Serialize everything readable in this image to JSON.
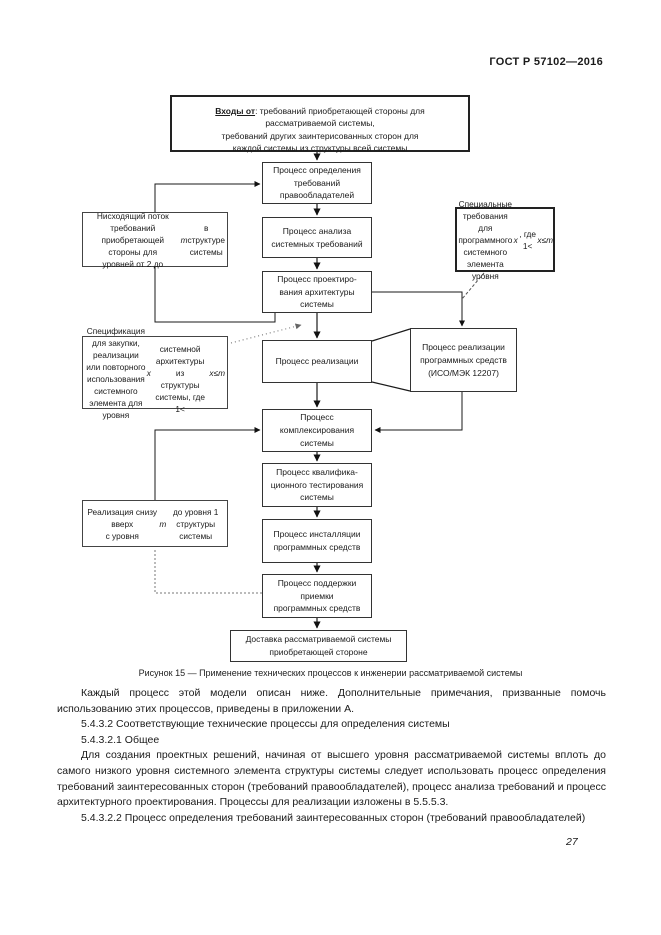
{
  "page": {
    "header": "ГОСТ Р 57102—2016",
    "number": "27"
  },
  "figure": {
    "caption": "Рисунок 15 — Применение технических процессов к инженерии рассматриваемой системы",
    "entry": {
      "lead": "Входы от",
      "rest": ": требований приобретающей стороны для\nрассматриваемой системы,\nтребований других заинтерисованных сторон для\nкаждой системы из структуры всей системы"
    },
    "processes": {
      "p1": "Процесс определения\nтребований\nправообладателей",
      "p2": "Процесс анализа\nсистемных требований",
      "p3": "Процесс проектиро-\nвания архитектуры\nсистемы",
      "p4": "Процесс реализации",
      "p5": "Процесс\nкомплексирования\nсистемы",
      "p6": "Процесс квалифика-\nционного тестирования\nсистемы",
      "p7": "Процесс инсталляции\nпрограммных средств",
      "p8": "Процесс поддержки\nприемки\nпрограммных средств",
      "software": "Процесс реализации\nпрограммных средств\n(ИСО/МЭК 12207)",
      "delivery": "Доставка рассматриваемой системы\nприобретающей стороне"
    },
    "annotations": {
      "downflow": "Нисходящий поток требований\nприобретающей стороны для\nуровней от 2 до m в структуре\nсистемы",
      "spec": "Спецификация для закупки,\nреализации или повторного\nиспользования системного\nэлемента для уровня x\nсистемной архитектуры из\nструктуры системы, где 1<x≤m",
      "special": "Специальные\nтребования для\nпрограммного\nсистемного элемента\nуровня x, где 1<x≤m",
      "bottomup": "Реализация снизу вверх\nс уровня m до уровня 1\nструктуры системы"
    }
  },
  "body": {
    "para1": "Каждый процесс этой модели описан ниже. Дополнительные примечания, призванные помочь использованию этих процессов, приведены в приложении А.",
    "heading1": "5.4.3.2 Соответствующие технические процессы для определения системы",
    "heading2": "5.4.3.2.1 Общее",
    "para2": "Для создания проектных решений, начиная от высшего уровня рассматриваемой системы вплоть до самого низкого уровня системного элемента структуры системы следует использовать процесс определения требований заинтересованных сторон (требований правообладателей), процесс анализа требований и процесс архитектурного проектирования. Процессы для реализации изложены в 5.5.5.3.",
    "heading3": "5.4.3.2.2 Процесс определения требований заинтересованных сторон (требований правообладателей)"
  }
}
